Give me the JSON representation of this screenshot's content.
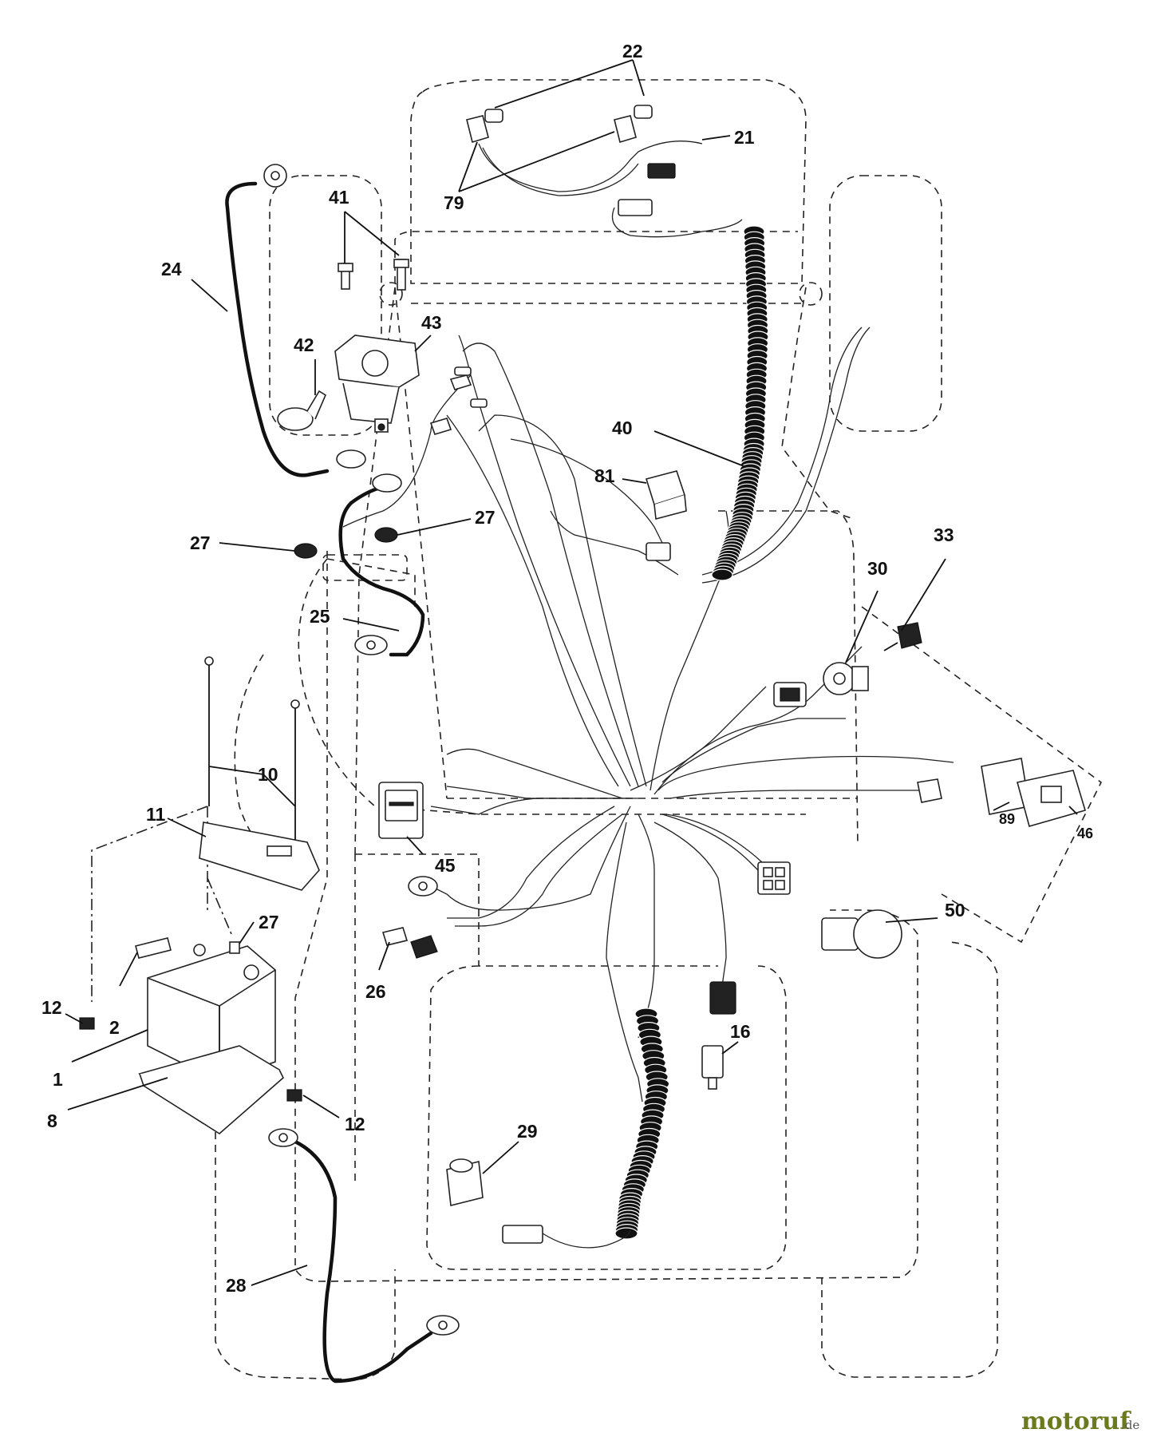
{
  "callouts": [
    "22",
    "21",
    "79",
    "41",
    "24",
    "42",
    "43",
    "40",
    "81",
    "27",
    "27",
    "33",
    "30",
    "25",
    "10",
    "11",
    "45",
    "89",
    "46",
    "27",
    "12",
    "2",
    "1",
    "8",
    "12",
    "26",
    "16",
    "50",
    "29",
    "28"
  ],
  "watermark": {
    "name": "motoruf",
    "suffix": ".de"
  }
}
